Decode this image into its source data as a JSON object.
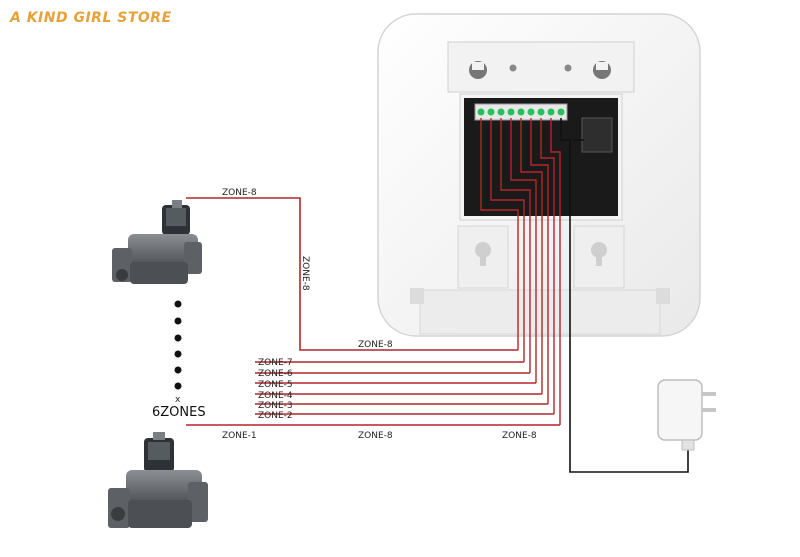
{
  "brand": {
    "text": "A KIND GIRL STORE",
    "color": "#e8a13a"
  },
  "wire_color": "#b3262a",
  "neutral_wire_color": "#111111",
  "labels": {
    "zone8_top": "ZONE-8",
    "zone8_vertical": "ZONE-8",
    "zone8_mid": "ZONE-8",
    "zone7": "ZONE-7",
    "zone6": "ZONE-6",
    "zone5": "ZONE-5",
    "zone4": "ZONE-4",
    "zone3": "ZONE-3",
    "zone2": "ZONE-2",
    "zone1": "ZONE-1",
    "zone8_bottom": "ZONE-8",
    "zone8_bottom_right": "ZONE-8",
    "x_mark": "x",
    "zones_count": "6ZONES"
  },
  "icons": {
    "controller": "sprinkler-controller-icon",
    "valve": "solenoid-valve-icon",
    "adapter": "power-adapter-icon"
  }
}
